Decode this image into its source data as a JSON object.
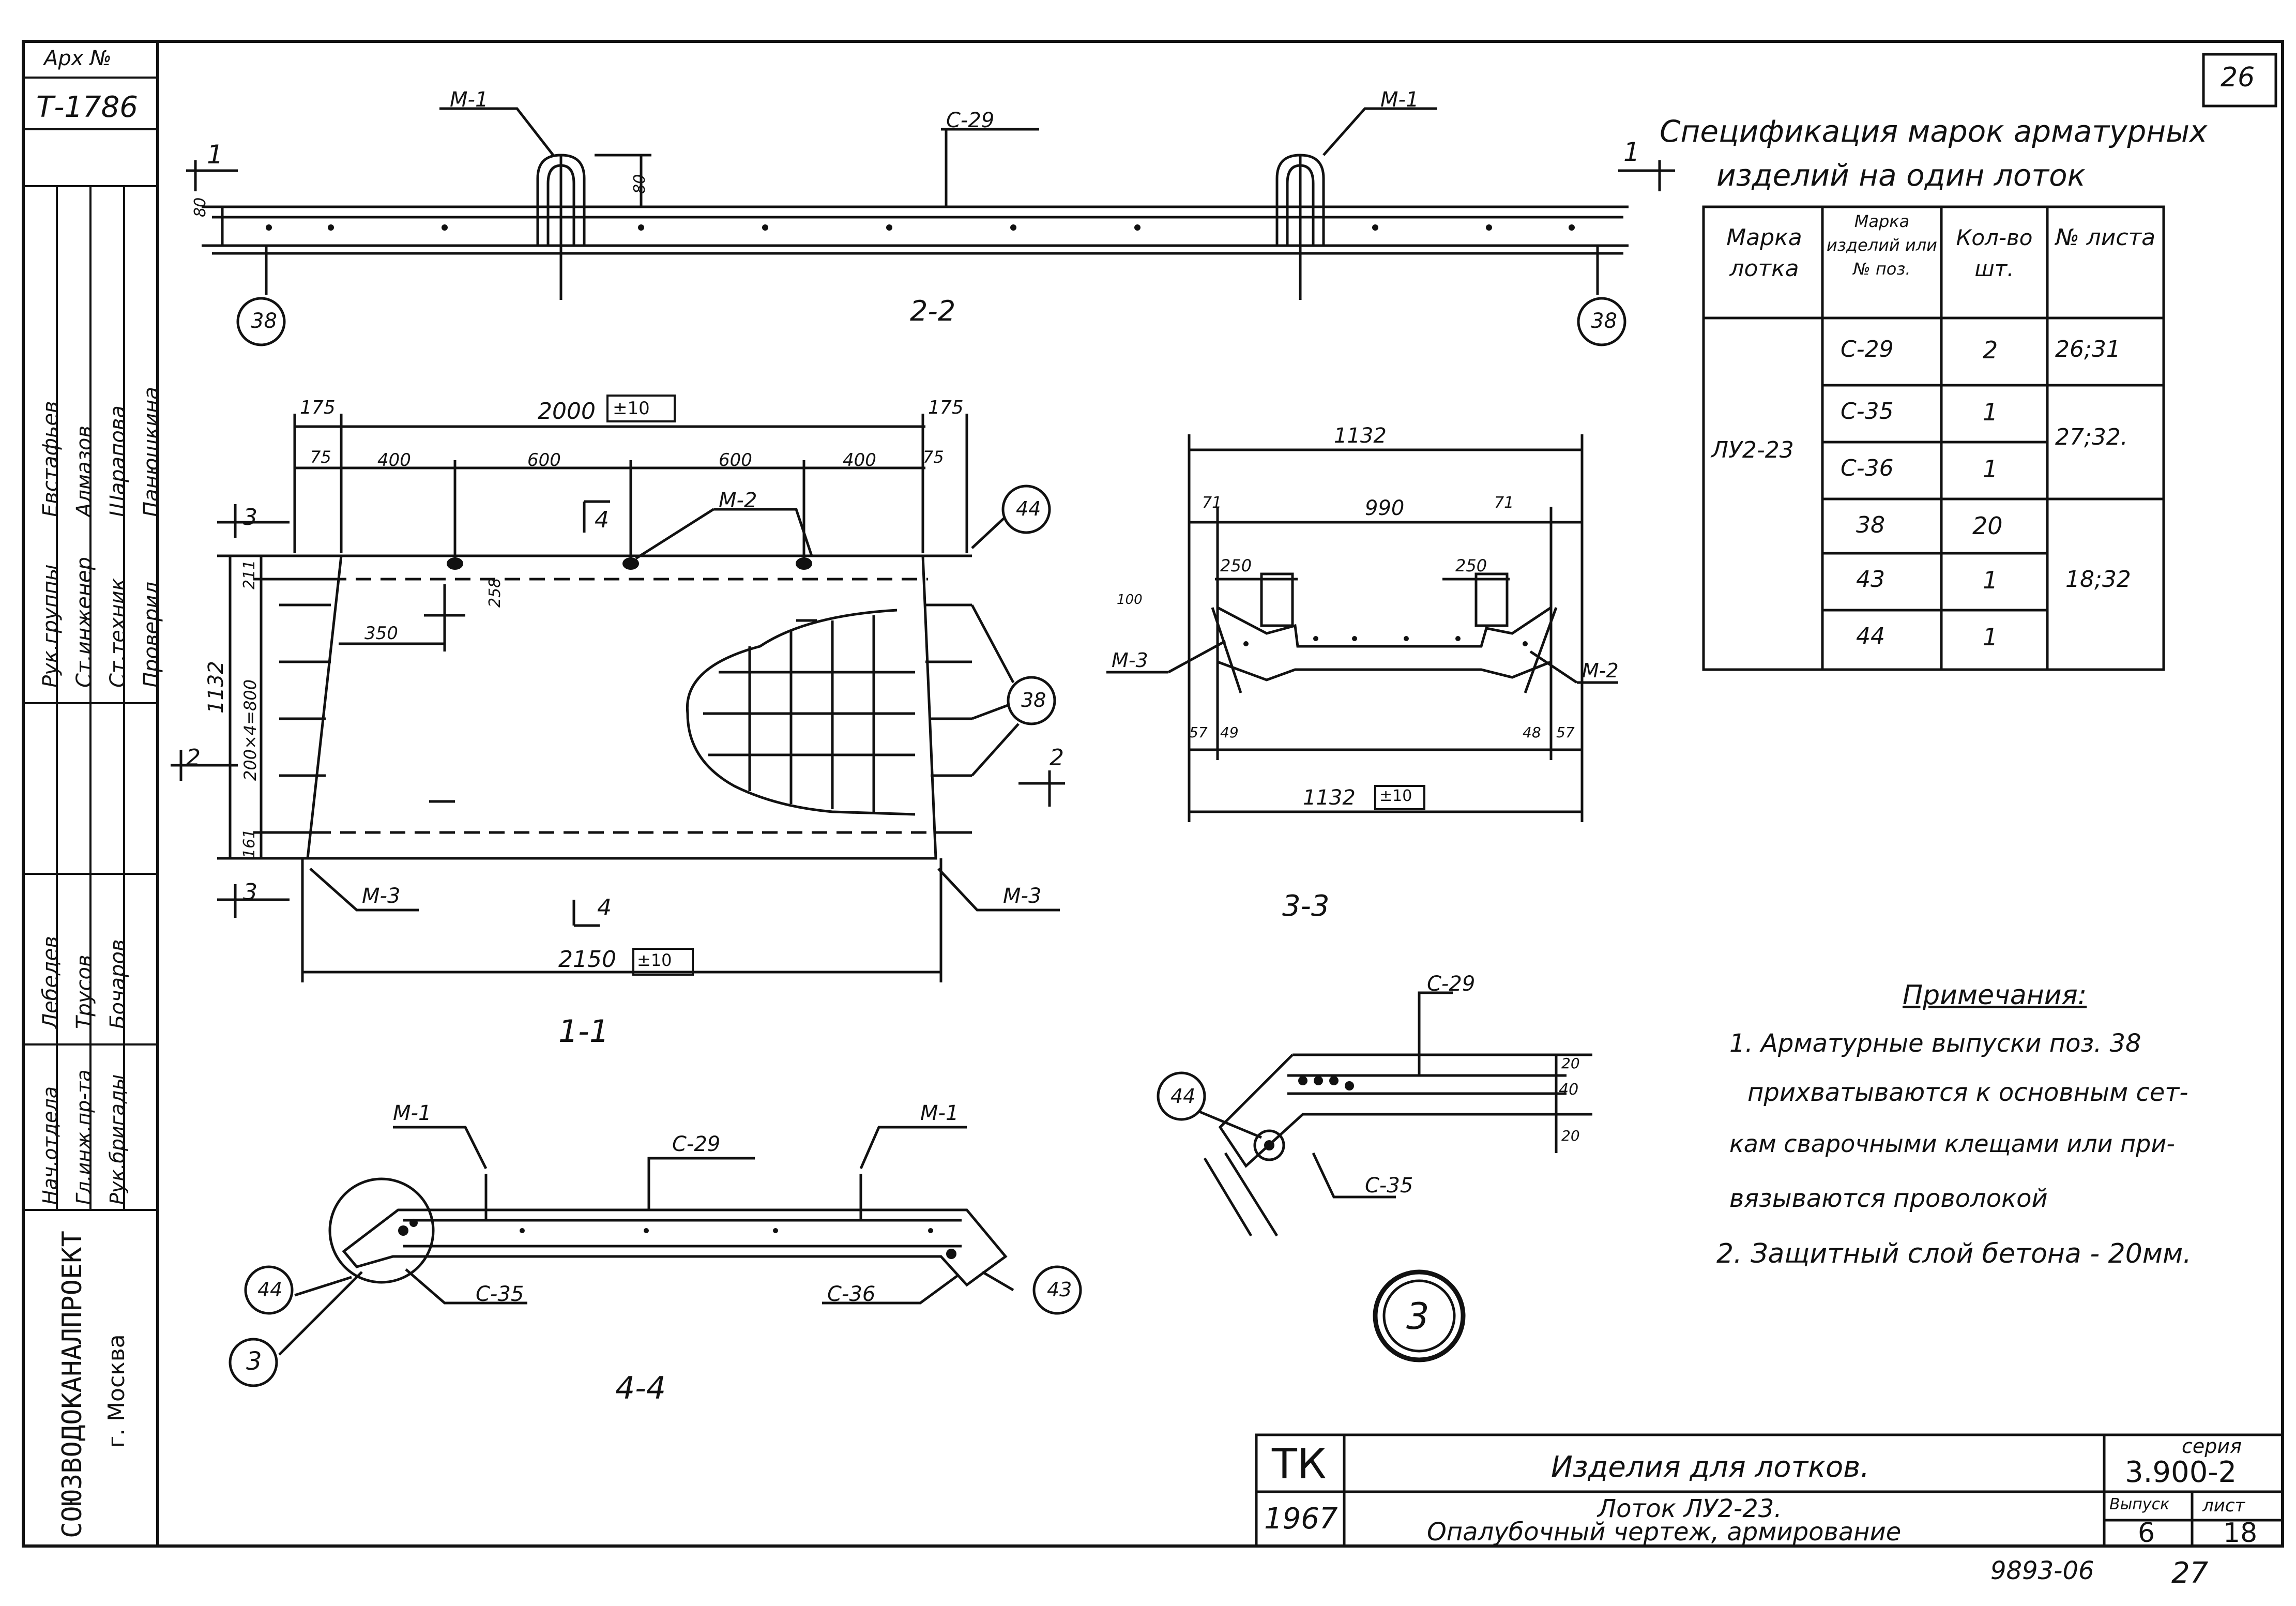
{
  "sheet_number": "26",
  "archive": {
    "label": "Арх №",
    "number": "Т-1786"
  },
  "left_strip": {
    "rows": [
      {
        "role": "Рук.группы",
        "name": "Евстафьев"
      },
      {
        "role": "Ст.инженер",
        "name": "Алмазов"
      },
      {
        "role": "Ст.техник",
        "name": "Шарапова"
      },
      {
        "role": "Проверил",
        "name": "Панюшкина"
      }
    ],
    "rows2": [
      {
        "role": "Нач.отдела",
        "name": "Лебедев"
      },
      {
        "role": "Гл.инж.пр-та",
        "name": "Трусов"
      },
      {
        "role": "Рук.бригады",
        "name": "Бочаров"
      }
    ],
    "org": "СОЮЗВОДОКАНАЛПРОЕКТ",
    "city": "г. Москва"
  },
  "views": {
    "v22": {
      "title": "2-2",
      "mark_m1": "М-1",
      "mark_c29": "С-29",
      "pos38": "38",
      "dim_80a": "80",
      "dim_80b": "80",
      "cut": "1"
    },
    "v11": {
      "title": "1-1",
      "dim_total": "2000",
      "tol": "±10",
      "dim_175": "175",
      "dim_75": "75",
      "dim_400": "400",
      "dim_600": "600",
      "dim_1132": "1132",
      "dim_200x4": "200×4=800",
      "dim_211": "211",
      "dim_161": "161",
      "dim_350": "350",
      "dim_258": "258",
      "dim_2150": "2150",
      "mark_m2": "М-2",
      "mark_m3": "М-3",
      "pos38": "38",
      "pos44": "44",
      "cut3": "3",
      "cut4": "4",
      "cut2": "2"
    },
    "v33": {
      "title": "3-3",
      "dim_1132": "1132",
      "dim_990": "990",
      "dim_71": "71",
      "dim_250": "250",
      "dim_100": "100",
      "dim_57": "57",
      "dim_49": "49",
      "dim_48": "48",
      "dim_tol": "±10",
      "mark_m3": "М-3",
      "mark_m2": "М-2"
    },
    "v44": {
      "title": "4-4",
      "mark_m1": "М-1",
      "mark_c29": "С-29",
      "mark_c35": "С-35",
      "mark_c36": "С-36",
      "pos44": "44",
      "pos43": "43",
      "node": "3"
    },
    "node3": {
      "title": "3",
      "mark_c29": "С-29",
      "mark_c35": "С-35",
      "pos44": "44",
      "dim_20": "20",
      "dim_40": "40"
    }
  },
  "spec": {
    "title_line1": "Спецификация марок арматурных",
    "title_line2": "изделий на один лоток",
    "headers": [
      "Марка лотка",
      "Марка изделий или № поз.",
      "Кол-во шт.",
      "№ листа"
    ],
    "lotok": "ЛУ2-23",
    "rows": [
      {
        "item": "С-29",
        "qty": "2",
        "sheet": "26;31"
      },
      {
        "item": "С-35",
        "qty": "1",
        "sheet": "27;32."
      },
      {
        "item": "С-36",
        "qty": "1",
        "sheet": ""
      },
      {
        "item": "38",
        "qty": "20",
        "sheet": "18;32"
      },
      {
        "item": "43",
        "qty": "1",
        "sheet": ""
      },
      {
        "item": "44",
        "qty": "1",
        "sheet": ""
      }
    ]
  },
  "notes": {
    "title": "Примечания:",
    "items": [
      "1. Арматурные выпуски поз. 38",
      "прихватываются к основным сет-",
      "кам сварочными клещами или при-",
      "вязываются проволокой",
      "2. Защитный слой бетона - 20мм."
    ]
  },
  "title_block": {
    "tk": "ТК",
    "year": "1967",
    "line1": "Изделия для лотков.",
    "line2": "Лоток ЛУ2-23.",
    "line3": "Опалубочный чертеж, армирование",
    "series_label": "серия",
    "series": "3.900-2",
    "vypusk_label": "Выпуск",
    "vypusk": "6",
    "list_label": "лист",
    "list": "18"
  },
  "bottom": {
    "code": "9893-06",
    "page": "27"
  }
}
